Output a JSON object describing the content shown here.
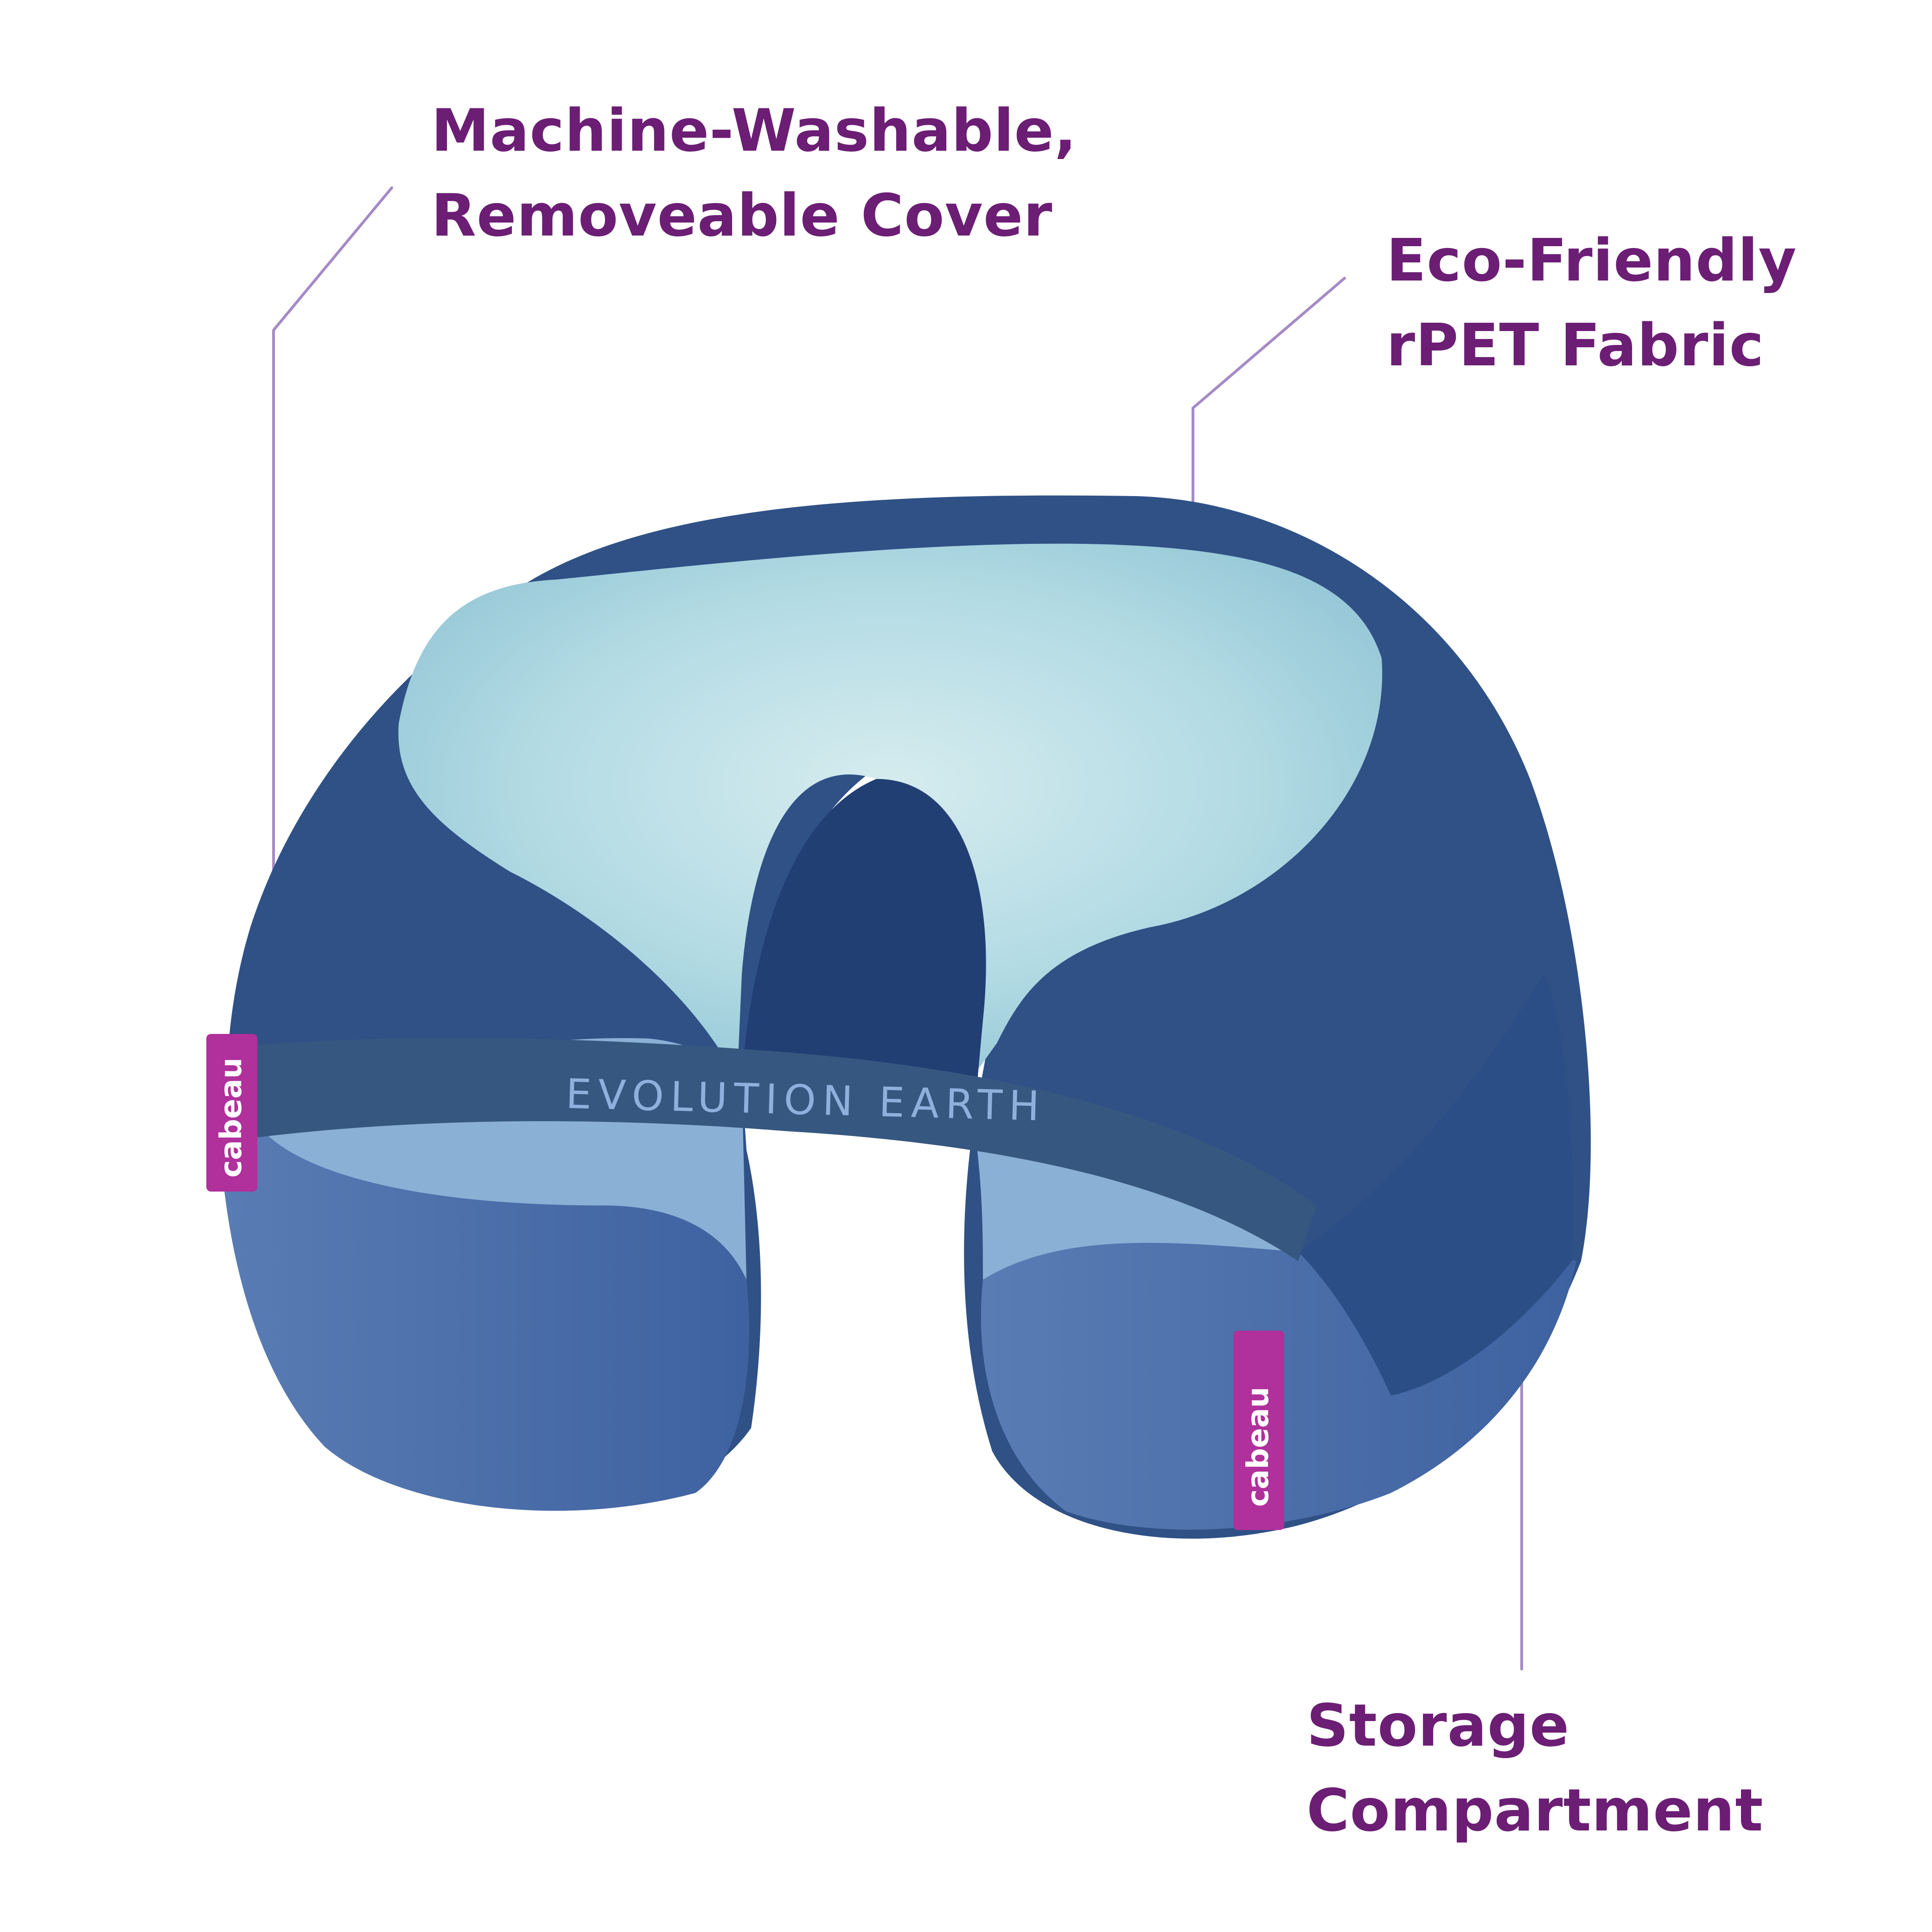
{
  "colors": {
    "label_text": "#6b1e74",
    "leader_line": "#a58ac6",
    "pillow_dark": "#2f5186",
    "pillow_mid": "#46679f",
    "pillow_inner": "#a9d3de",
    "strap": "#36577f",
    "strap_text": "#8fb0dc",
    "tag": "#b0309c"
  },
  "callouts": {
    "cover": {
      "line1": "Machine-Washable,",
      "line2": "Removeable Cover"
    },
    "fabric": {
      "line1": "Eco-Friendly",
      "line2": "rPET Fabric"
    },
    "storage": {
      "line1": "Storage",
      "line2": "Compartment"
    }
  },
  "product": {
    "strap_text": "EVOLUTION EARTH",
    "tag_text": "cabeau"
  }
}
